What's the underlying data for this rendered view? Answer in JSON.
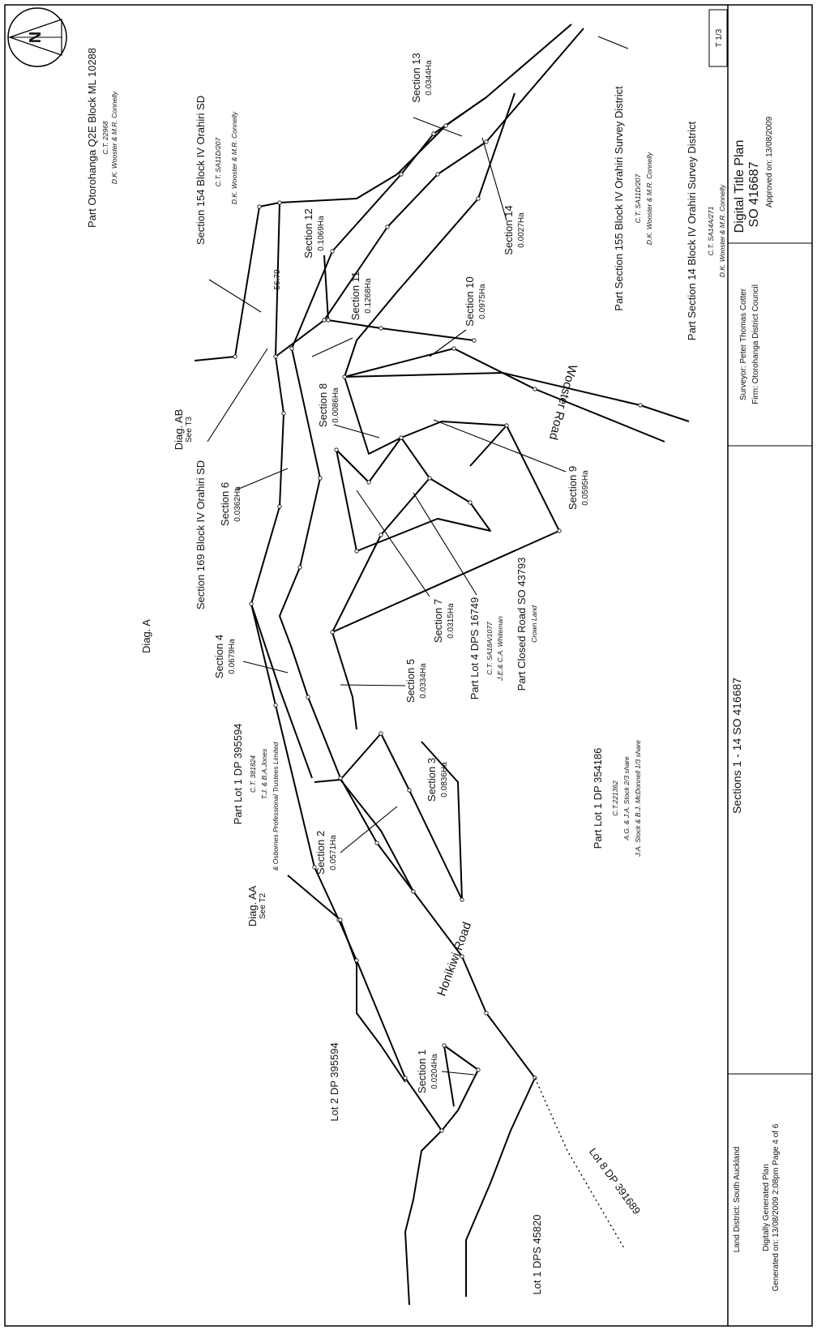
{
  "north_arrow_letter": "N",
  "sheet_ref": "T 1/3",
  "diagrams": {
    "main": "Diag. A",
    "aa": "Diag. AA",
    "aa_see": "See T2",
    "ab": "Diag. AB",
    "ab_see": "See T3"
  },
  "sections": [
    {
      "name": "Section 1",
      "area": "0.0204Ha"
    },
    {
      "name": "Section 2",
      "area": "0.0571Ha"
    },
    {
      "name": "Section 3",
      "area": "0.0836Ha"
    },
    {
      "name": "Section 4",
      "area": "0.0679Ha"
    },
    {
      "name": "Section 5",
      "area": "0.0334Ha"
    },
    {
      "name": "Section 6",
      "area": "0.0362Ha"
    },
    {
      "name": "Section 7",
      "area": "0.0315Ha"
    },
    {
      "name": "Section 8",
      "area": "0.0086Ha"
    },
    {
      "name": "Section 9",
      "area": "0.0595Ha"
    },
    {
      "name": "Section 10",
      "area": "0.0975Ha"
    },
    {
      "name": "Section 11",
      "area": "0.1268Ha"
    },
    {
      "name": "Section 12",
      "area": "0.1069Ha"
    },
    {
      "name": "Section 13",
      "area": "0.0344Ha"
    },
    {
      "name": "Section 14",
      "area": "0.0027Ha"
    }
  ],
  "parcels": {
    "otorohanga": {
      "name": "Part Otorohanga Q2E Block ML 10288",
      "ct": "C.T. 22968",
      "owners": "D.K. Wooster & M.R. Connelly"
    },
    "s154": {
      "name": "Section 154 Block IV Orahiri SD",
      "ct": "C.T. SA11D/207",
      "owners": "D.K. Wooster & M.R. Connelly"
    },
    "s169": {
      "name": "Section 169 Block IV Orahiri SD"
    },
    "s155": {
      "name": "Part Section 155 Block IV Orahiri Survey District",
      "ct": "C.T. SA11D/207",
      "owners": "D.K. Wooster & M.R. Connelly"
    },
    "s14": {
      "name": "Part Section 14 Block IV Orahiri Survey District",
      "ct": "C.T. SA14A/271",
      "owners": "D.K. Wooster & M.R. Connelly"
    },
    "lot1_395594": {
      "name": "Part Lot 1 DP 395594",
      "ct": "C.T. 381824",
      "owners1": "T.J. & B.A.Jones",
      "owners2": "& Osbornes Professional Trustees Limited"
    },
    "lot4_16749": {
      "name": "Part Lot 4 DPS 16749",
      "ct": "C.T. SA18A/1077",
      "owners": "J.E.& C.A. Whiteman"
    },
    "closed_road": {
      "name": "Part Closed Road SO 43793",
      "note": "Crown Land"
    },
    "lot1_354186": {
      "name": "Part Lot 1 DP 354186",
      "ct": "C.T.221362",
      "owners1": "A.G. & J.A. Stock 2/3 share",
      "owners2": "J.A. Stock & B.J. McDonnell 1/3 share"
    },
    "lot2_395594": {
      "name": "Lot 2 DP 395594"
    },
    "lot1_45820": {
      "name": "Lot 1 DPS 45820"
    },
    "lot8_391689": {
      "name": "Lot 8 DP 391689"
    }
  },
  "roads": {
    "honikiwi": "Honikiwi Road",
    "wooster": "Wooster Road"
  },
  "dimension_label": "56.79",
  "title_block": {
    "land_district": "Land District: South Auckland",
    "generated_title": "Digitally Generated Plan",
    "generated_on": "Generated on: 13/08/2009 2:08pm Page 4 of 6",
    "sections_title": "Sections 1 - 14 SO 416687",
    "surveyor": "Surveyor: Peter Thomas Cotter",
    "firm": "Firm: Otorohanga District Council",
    "plan_type": "Digital Title Plan",
    "plan_no": "SO 416687",
    "approved": "Approved on: 13/08/2009"
  }
}
